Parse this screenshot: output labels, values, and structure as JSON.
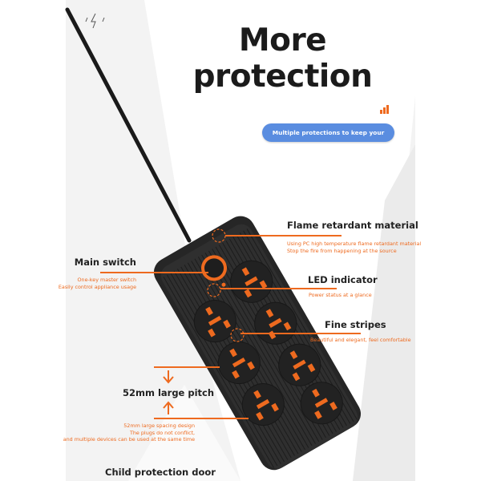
{
  "title": "More protection",
  "badge": "Multiple protections to keep your family safe",
  "colors": {
    "accent": "#ee6a1f",
    "badge": "#5a8de0",
    "strip": "#2b2b2b"
  },
  "features": {
    "flame": {
      "heading": "Flame retardant material",
      "lines": [
        "Using PC high temperature flame retardant material",
        "Stop the fire from happening at the source"
      ]
    },
    "switch": {
      "heading": "Main switch",
      "lines": [
        "One-key master switch",
        "Easily control appliance usage"
      ]
    },
    "led": {
      "heading": "LED indicator",
      "lines": [
        "Power status at a glance"
      ]
    },
    "stripes": {
      "heading": "Fine stripes",
      "lines": [
        "Beautiful and elegant, feel comfortable"
      ]
    },
    "pitch": {
      "heading": "52mm large pitch",
      "lines": [
        "52mm large spacing design",
        "The plugs do not conflict,",
        "and multiple devices can be used at the same time"
      ]
    },
    "child": {
      "heading": "Child protection door"
    }
  },
  "icons": [
    "lightning-icon",
    "signal-bars-icon",
    "arrow-down-icon",
    "arrow-up-icon"
  ]
}
